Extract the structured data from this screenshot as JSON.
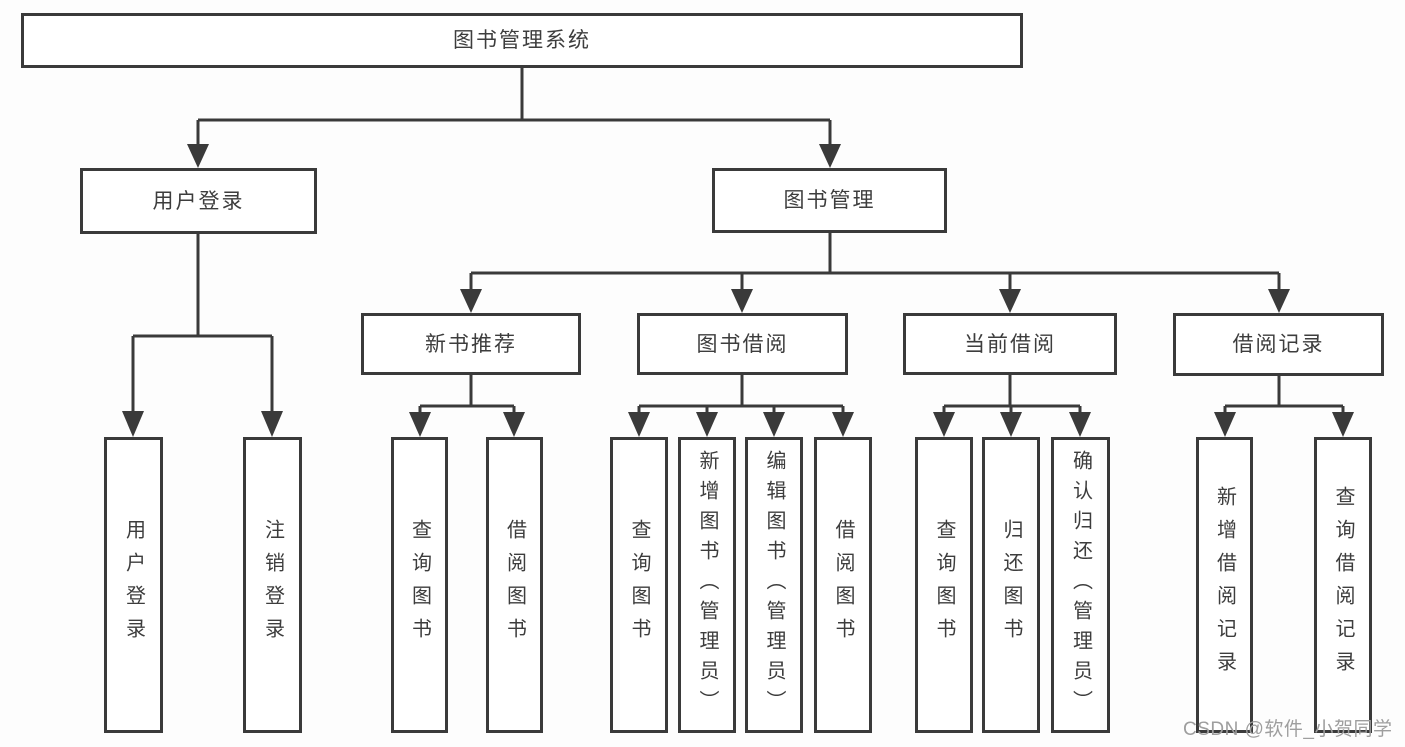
{
  "diagram": {
    "root": {
      "label": "图书管理系统"
    },
    "children": [
      {
        "label": "用户登录",
        "children": [
          {
            "label": "用户登录"
          },
          {
            "label": "注销登录"
          }
        ]
      },
      {
        "label": "图书管理",
        "children": [
          {
            "label": "新书推荐",
            "children": [
              {
                "label": "查询图书"
              },
              {
                "label": "借阅图书"
              }
            ]
          },
          {
            "label": "图书借阅",
            "children": [
              {
                "label": "查询图书"
              },
              {
                "label": "新增图书（管理员）"
              },
              {
                "label": "编辑图书（管理员）"
              },
              {
                "label": "借阅图书"
              }
            ]
          },
          {
            "label": "当前借阅",
            "children": [
              {
                "label": "查询图书"
              },
              {
                "label": "归还图书"
              },
              {
                "label": "确认归还（管理员）"
              }
            ]
          },
          {
            "label": "借阅记录",
            "children": [
              {
                "label": "新增借阅记录"
              },
              {
                "label": "查询借阅记录"
              }
            ]
          }
        ]
      }
    ]
  },
  "watermark": {
    "text": "CSDN @软件_小贺同学"
  },
  "colors": {
    "line": "#3a3a3a",
    "text": "#3d3d3d",
    "watermark": "#9e9e9e",
    "background": "#fdfdfd"
  }
}
